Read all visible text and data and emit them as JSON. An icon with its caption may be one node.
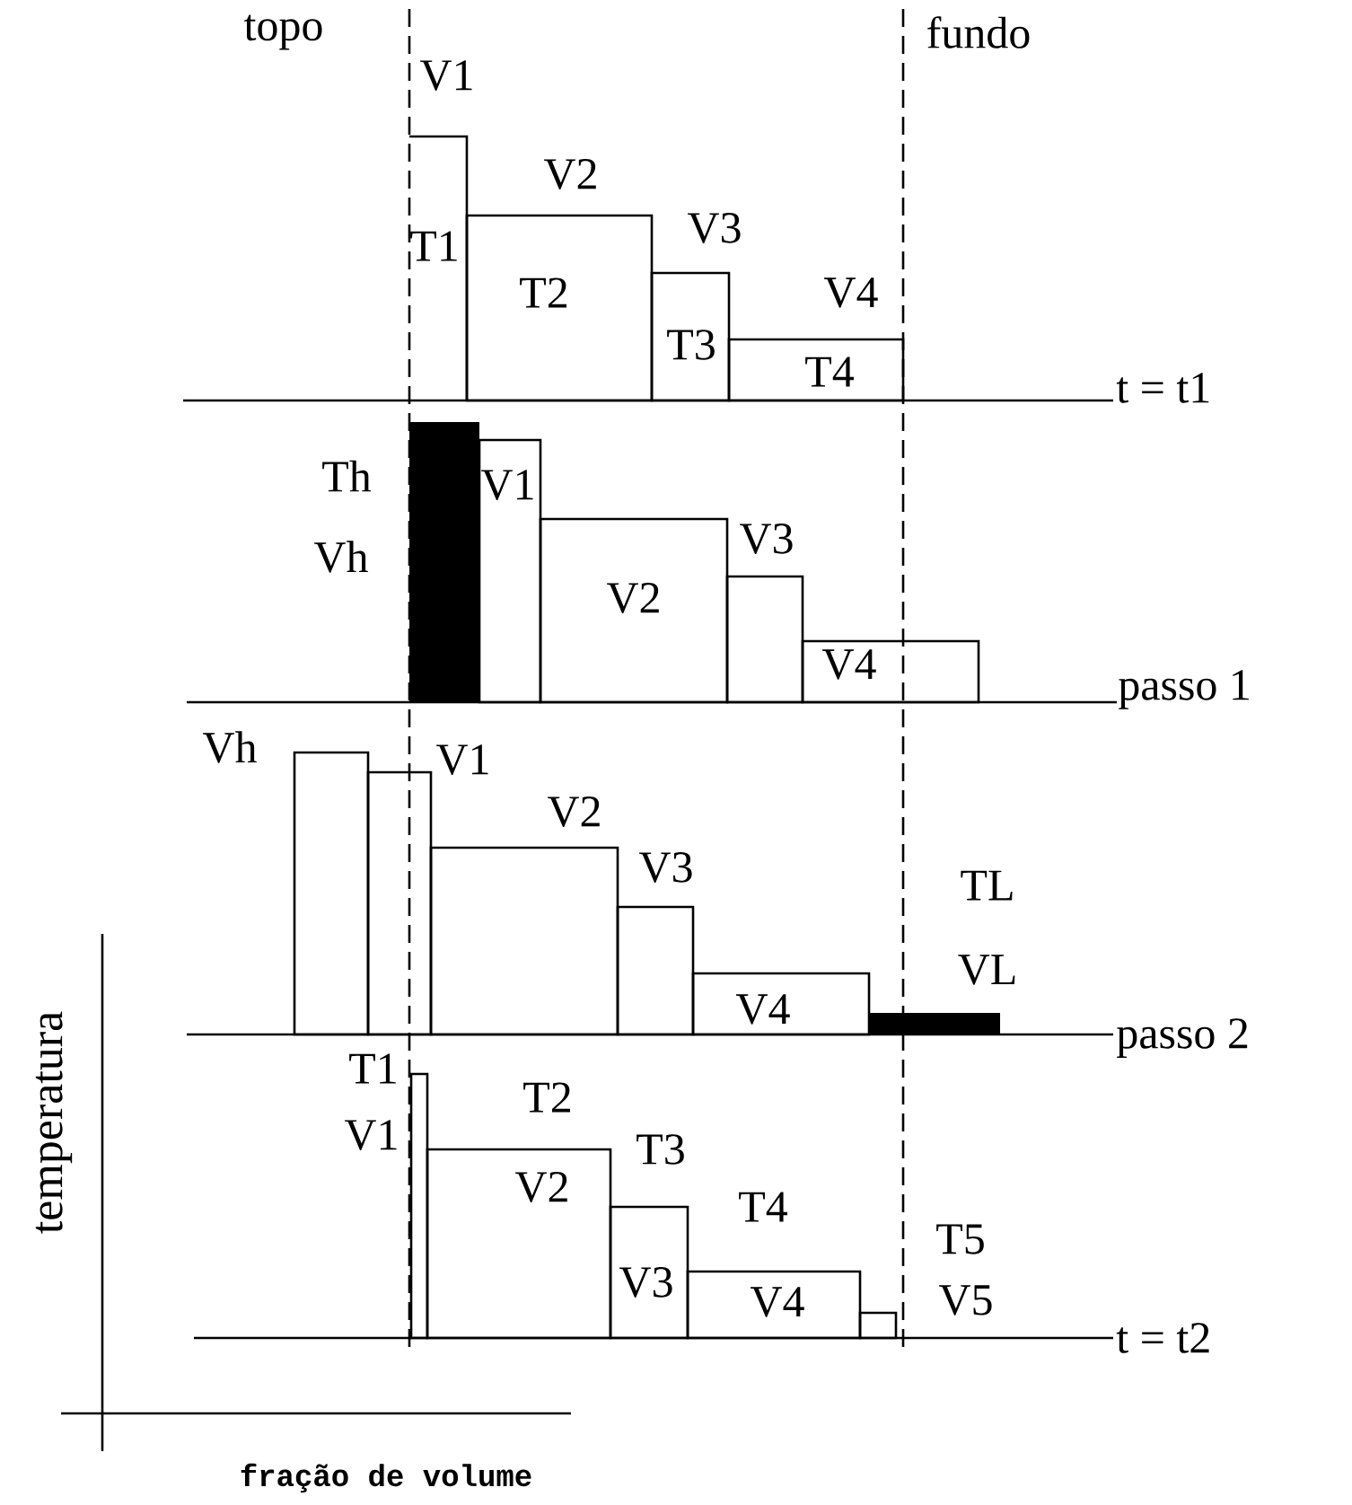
{
  "diagram": {
    "labels": [
      "topo",
      "V1",
      "fundo",
      "V2",
      "T1",
      "V3",
      "T2",
      "V4",
      "T3",
      "T4",
      "t = t1",
      "Th",
      "V1",
      "Vh",
      "V3",
      "V2",
      "V4",
      "passo 1",
      "Vh",
      "V1",
      "V2",
      "V3",
      "TL",
      "VL",
      "V4",
      "passo 2",
      "T1",
      "T2",
      "V1",
      "T3",
      "V2",
      "T4",
      "T5",
      "V3",
      "V4",
      "V5",
      "t = t2",
      "temperatura",
      "fração de volume"
    ]
  }
}
